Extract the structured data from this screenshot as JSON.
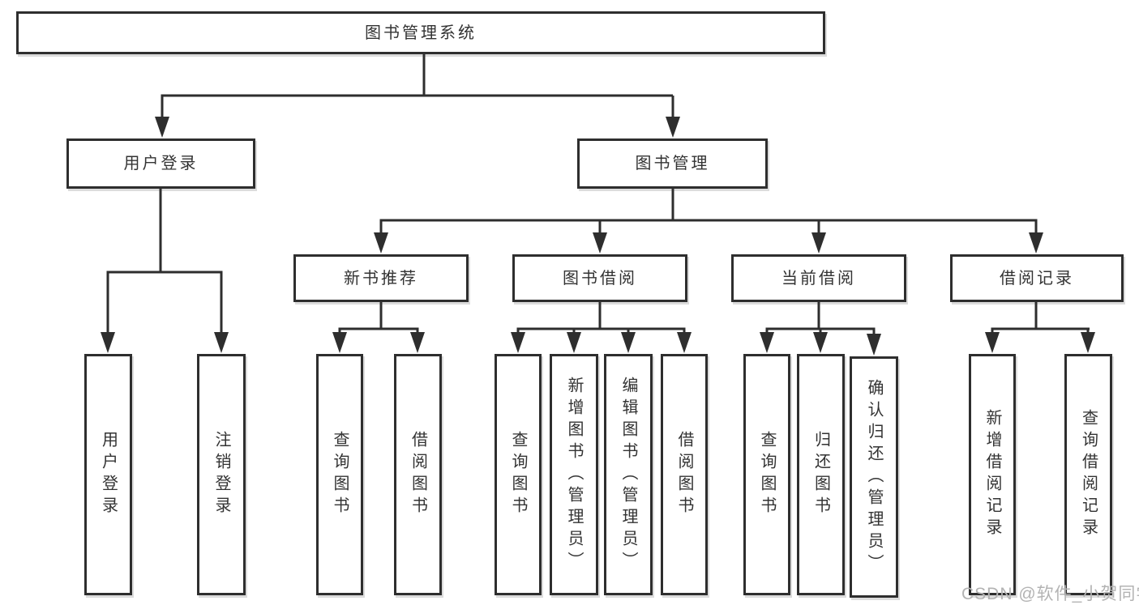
{
  "diagram": {
    "root": {
      "label": "图书管理系统"
    },
    "level2": {
      "user_login": {
        "label": "用户登录"
      },
      "book_management": {
        "label": "图书管理"
      }
    },
    "level3": {
      "new_book_recommend": {
        "label": "新书推荐"
      },
      "book_borrow": {
        "label": "图书借阅"
      },
      "current_borrow": {
        "label": "当前借阅"
      },
      "borrow_records": {
        "label": "借阅记录"
      }
    },
    "leaves": {
      "user_login": "用户登录",
      "logout": "注销登录",
      "nb_query_books": "查询图书",
      "nb_borrow_books": "借阅图书",
      "bb_query_books": "查询图书",
      "bb_add_books": "新增图书（管理员）",
      "bb_edit_books": "编辑图书（管理员）",
      "bb_borrow_books": "借阅图书",
      "cb_query_books": "查询图书",
      "cb_return_books": "归还图书",
      "cb_confirm_return": "确认归还（管理员）",
      "br_add_record": "新增借阅记录",
      "br_query_record": "查询借阅记录"
    }
  },
  "watermark": "CSDN @软件_小贺同学",
  "colors": {
    "line": "#2e2e2e",
    "text": "#333333",
    "watermark": "#b3b3b3",
    "background": "#ffffff"
  }
}
